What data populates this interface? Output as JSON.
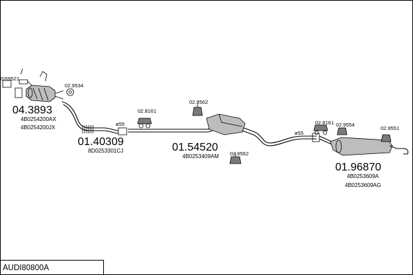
{
  "title": "AUDI80800A",
  "parts": {
    "cat": {
      "number": "04.3893",
      "refs": [
        "4B0254200AX",
        "4B0254200JX"
      ]
    },
    "front_pipe": {
      "number": "01.40309",
      "refs": [
        "8D0253301CJ"
      ]
    },
    "middle_silencer": {
      "number": "01.54520",
      "refs": [
        "4B0253409AM"
      ]
    },
    "rear_silencer": {
      "number": "01.96870",
      "refs": [
        "4B0253609A",
        "4B0253609AG"
      ]
    }
  },
  "accessories": {
    "a1": "02.9521",
    "a2": "02.9534",
    "a3": "02.8161",
    "a4": "02.9562",
    "a5": "02.9562",
    "a6": "02.8161",
    "a7": "02.9554",
    "a8": "02.9551"
  },
  "size_labels": {
    "s1": "ø55",
    "s2": "ø55"
  }
}
